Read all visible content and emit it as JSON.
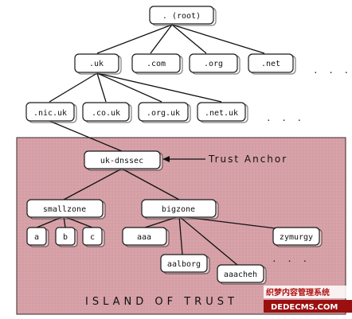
{
  "nodes": {
    "root": ". (root)",
    "uk": ".uk",
    "com": ".com",
    "org": ".org",
    "net": ".net",
    "nic_uk": ".nic.uk",
    "co_uk": ".co.uk",
    "org_uk": ".org.uk",
    "net_uk": ".net.uk",
    "uk_dnssec": "uk-dnssec",
    "smallzone": "smallzone",
    "bigzone": "bigzone",
    "a": "a",
    "b": "b",
    "c": "c",
    "aaa": "aaa",
    "aalborg": "aalborg",
    "aaacheh": "aaacheh",
    "zymurgy": "zymurgy"
  },
  "ellipses": {
    "tld": ". . .",
    "uk_children": ". . .",
    "bigzone_children": ". . ."
  },
  "labels": {
    "trust_anchor": "Trust Anchor",
    "island": "ISLAND OF TRUST"
  },
  "watermark": {
    "line1": "织梦内容管理系统",
    "line2": "DEDECMS.COM"
  },
  "colors": {
    "island_fill": "#d9a3aa",
    "island_border": "#3a2a2a",
    "node_fill": "#ffffff",
    "watermark_red": "#b01010",
    "watermark_bg": "#9a0f0f"
  }
}
